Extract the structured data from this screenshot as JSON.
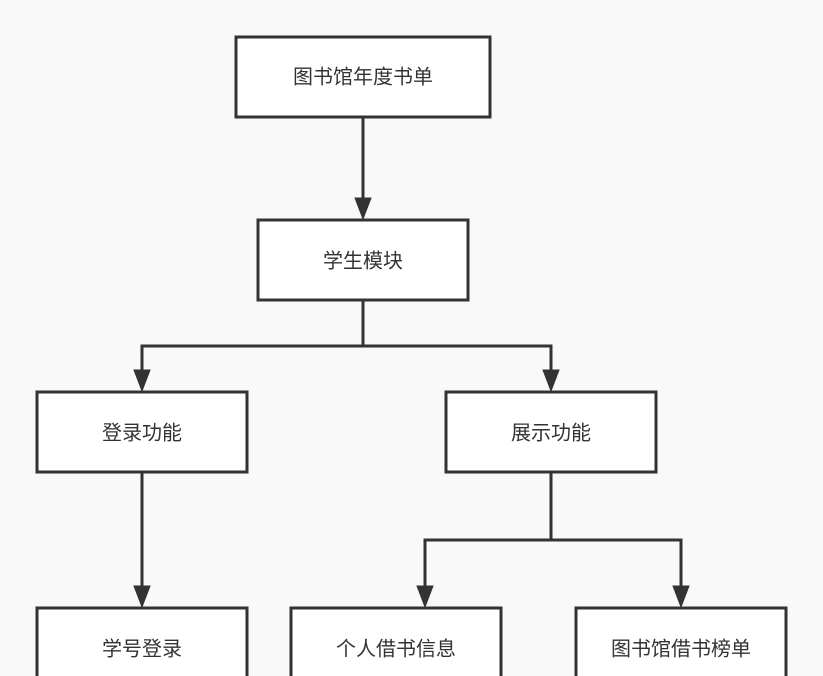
{
  "diagram": {
    "nodes": {
      "root": "图书馆年度书单",
      "student_module": "学生模块",
      "login": "登录功能",
      "display": "展示功能",
      "student_id_login": "学号登录",
      "personal_borrow": "个人借书信息",
      "borrow_ranking": "图书馆借书榜单"
    },
    "edges": [
      [
        "root",
        "student_module"
      ],
      [
        "student_module",
        "login"
      ],
      [
        "student_module",
        "display"
      ],
      [
        "login",
        "student_id_login"
      ],
      [
        "display",
        "personal_borrow"
      ],
      [
        "display",
        "borrow_ranking"
      ]
    ],
    "colors": {
      "background": "#f9f9f9",
      "box_fill": "#ffffff",
      "stroke": "#333333",
      "text": "#333333"
    }
  }
}
